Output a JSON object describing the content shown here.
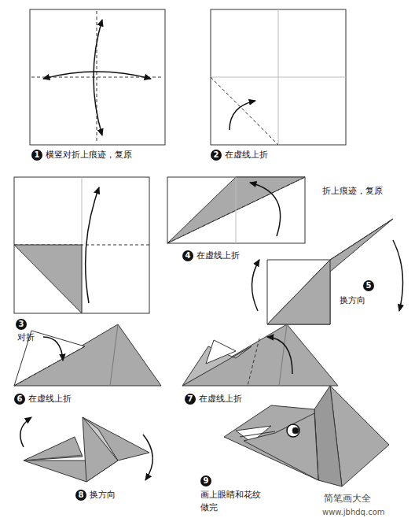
{
  "diagram": {
    "labels": [
      "1",
      "横竖对折上痕迹，复原",
      "2",
      "在虚线上折",
      "3",
      "对折",
      "4",
      "在虚线上折",
      "折上痕迹，复原",
      "5",
      "换方向",
      "6",
      "在虚线上折",
      "7",
      "在虚线上折",
      "8",
      "换方向",
      "9",
      "画上眼睛和花纹",
      "做完",
      "简笔画大全",
      "www.jbhdq.com"
    ]
  }
}
